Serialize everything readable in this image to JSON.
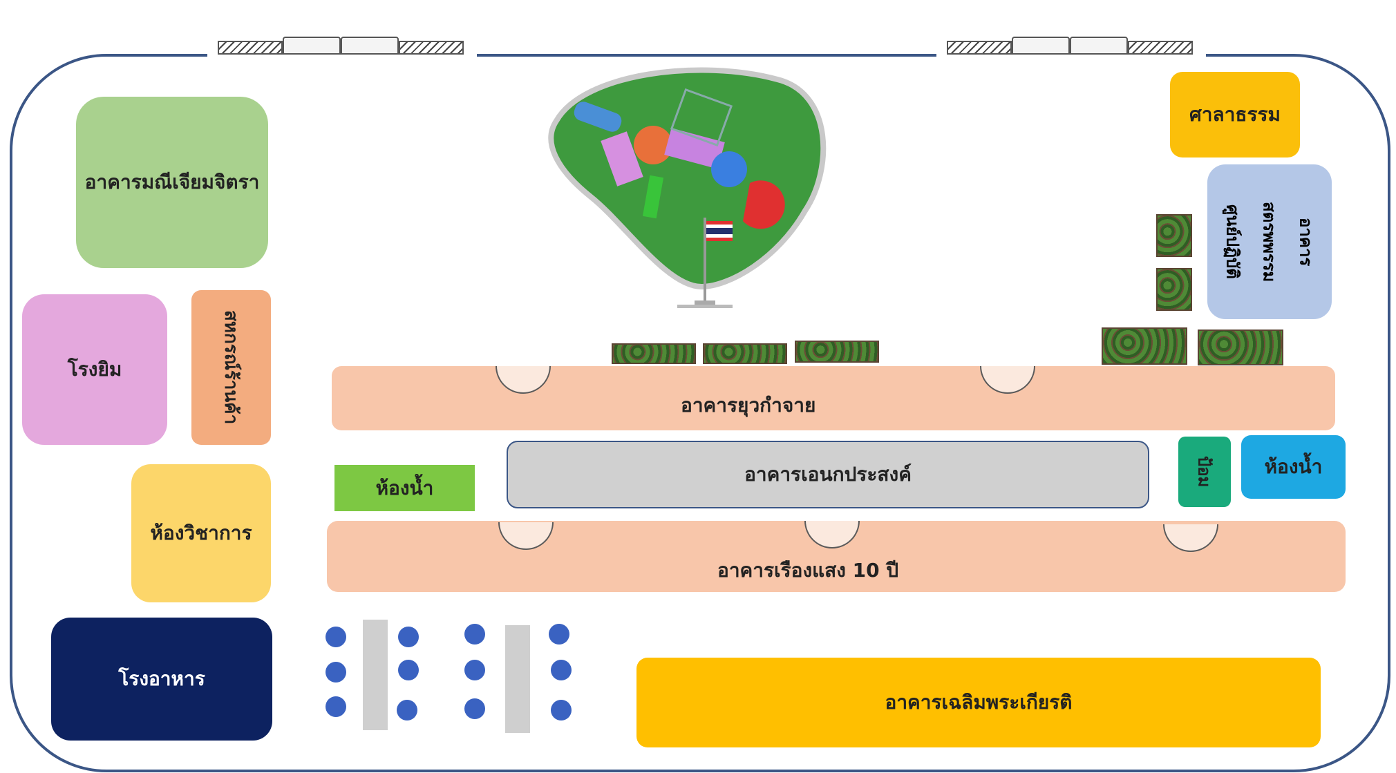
{
  "map": {
    "buildings": {
      "manee": "อาคารมณีเจียมจิตรา",
      "gym": "โรงยิม",
      "coop": "สหกรณ์ร้านค้า",
      "academic": "ห้องวิชาการ",
      "canteen": "โรงอาหาร",
      "sala": "ศาลาธรรม",
      "lab_col1": "อาคาร",
      "lab_col2": "สตรพพรรม",
      "lab_col3": "ศูนย์ปฏิบัติ",
      "yuwakamjai": "อาคารยุวกำจาย",
      "multipurpose": "อาคารเอนกประสงค์",
      "restroom_left": "ห้องน้ำ",
      "guard": "ป้อม",
      "restroom_right": "ห้องน้ำ",
      "rueangsaeng": "อาคารเรืองแสง 10 ปี",
      "chalerm": "อาคารเฉลิมพระเกียรติ"
    },
    "colors": {
      "boundary": "#3b5686",
      "manee": "#a9d18e",
      "gym": "#e4a8dd",
      "coop": "#f3ac7f",
      "academic": "#fcd66a",
      "canteen": "#0d2260",
      "sala": "#fbbf0a",
      "lab": "#b4c7e7",
      "long_buildings": "#f8c6aa",
      "multipurpose": "#d0d0d0",
      "restroom_left": "#7dc843",
      "guard": "#1aaa7c",
      "restroom_right": "#1ea8e2",
      "chalerm": "#ffbf00"
    },
    "icons": [
      "playground-icon",
      "flag-icon",
      "bush-icon",
      "gate-icon",
      "table-seat-icon"
    ]
  }
}
